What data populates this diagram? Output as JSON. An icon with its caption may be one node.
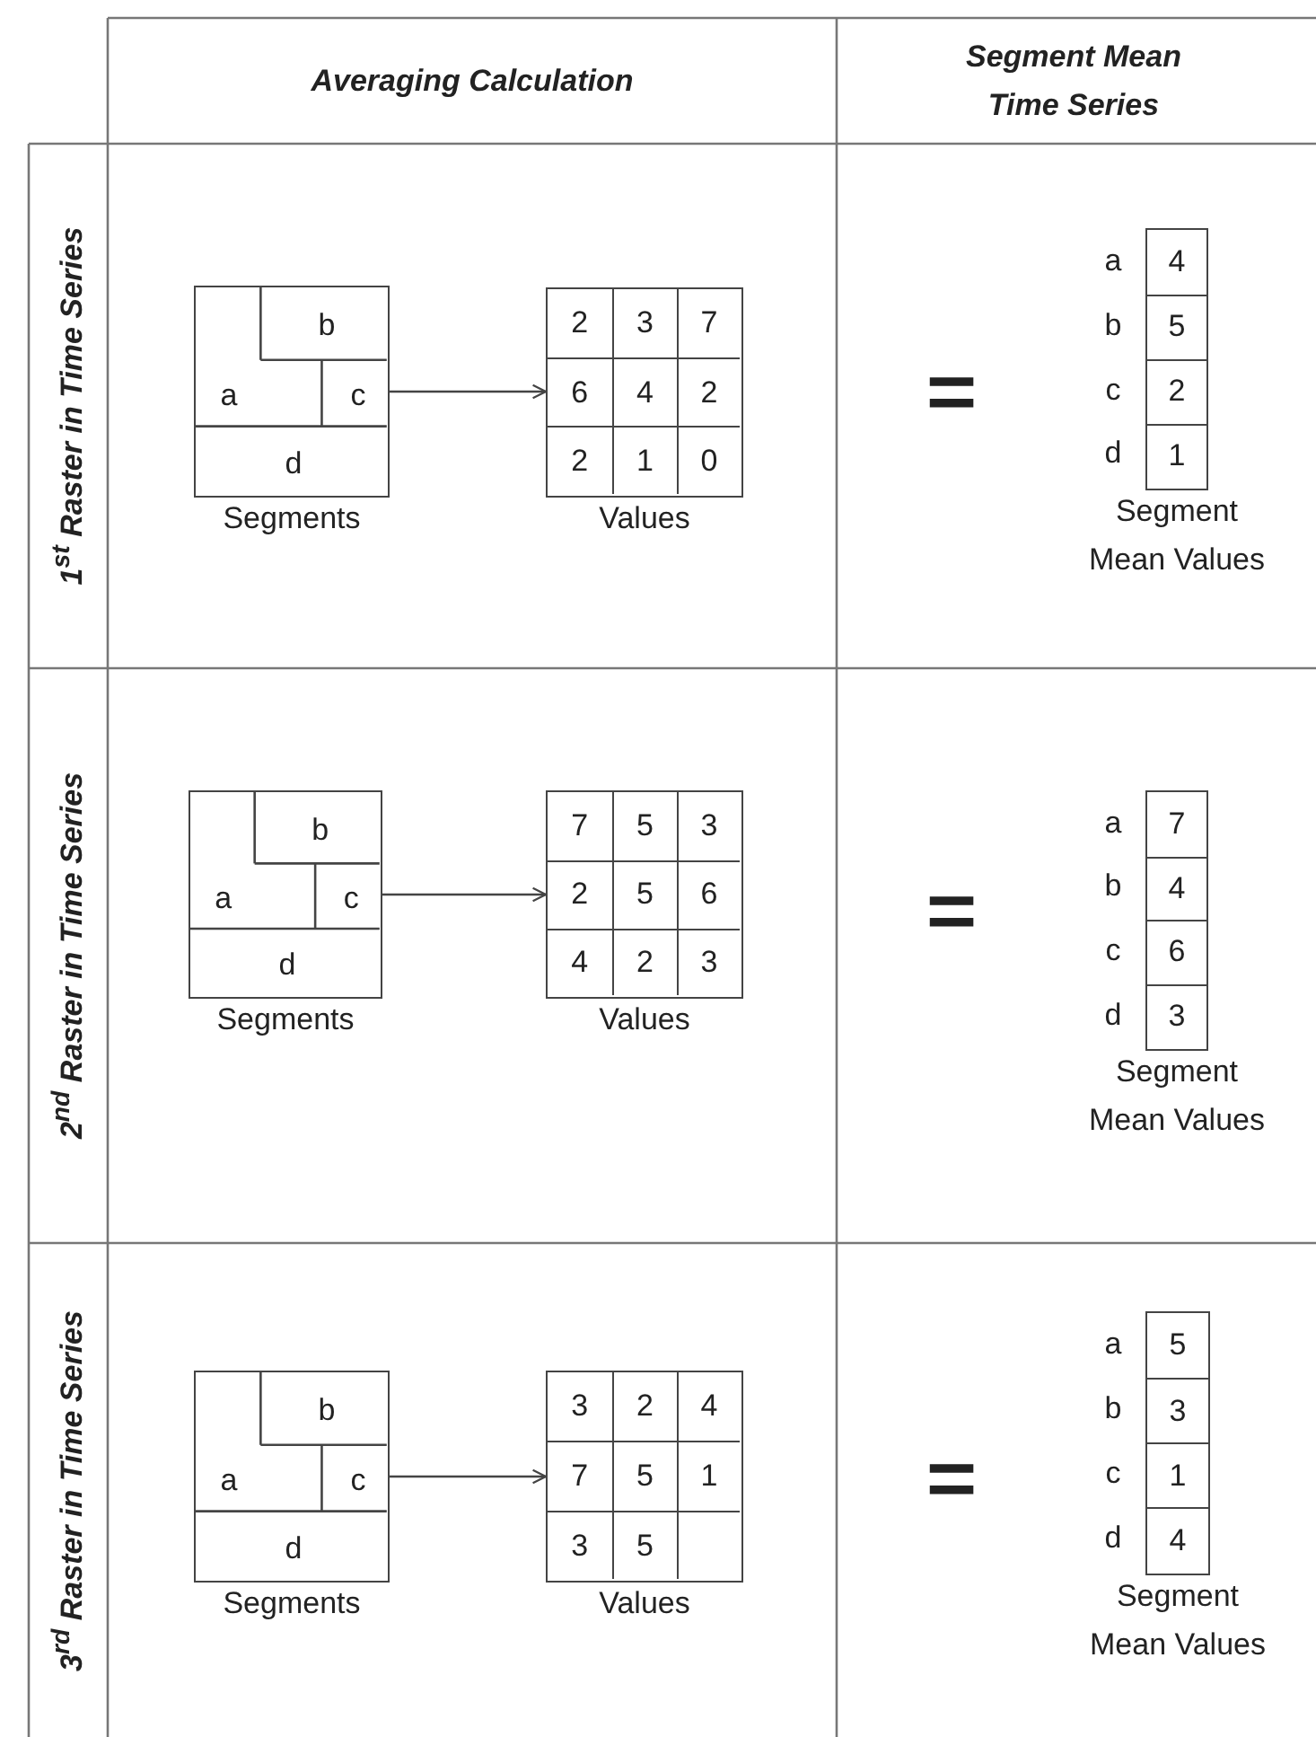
{
  "diagram": {
    "nodes": [
      {
        "text": [
          "b",
          "a",
          "c",
          "d"
        ],
        "beside": [
          "Segments"
        ]
      },
      {
        "text": [
          "2",
          "3",
          "7",
          "6",
          "4",
          "2",
          "2",
          "1",
          "0"
        ],
        "beside": [
          "Values"
        ]
      },
      {
        "text": [
          "4",
          "5",
          "2",
          "1"
        ],
        "beside": [
          "a",
          "b",
          "c",
          "d",
          "Segment Mean Values"
        ]
      },
      {
        "text": [
          "b",
          "a",
          "c",
          "d"
        ],
        "beside": [
          "Segments"
        ]
      },
      {
        "text": [
          "7",
          "5",
          "3",
          "2",
          "5",
          "6",
          "4",
          "2",
          "3"
        ],
        "beside": [
          "Values"
        ]
      },
      {
        "text": [
          "7",
          "4",
          "6",
          "3"
        ],
        "beside": [
          "a",
          "b",
          "c",
          "d",
          "Segment Mean Values"
        ]
      },
      {
        "text": [
          "b",
          "a",
          "c",
          "d"
        ],
        "beside": [
          "Segments"
        ]
      },
      {
        "text": [
          "3",
          "2",
          "4",
          "7",
          "5",
          "1",
          "3",
          "5"
        ],
        "beside": [
          "Values"
        ]
      },
      {
        "text": [
          "5",
          "3",
          "1",
          "4"
        ],
        "beside": [
          "a",
          "b",
          "c",
          "d",
          "Segment Mean Values"
        ]
      }
    ],
    "edges": [
      {
        "from": 0,
        "to": 1,
        "arrow": "to"
      },
      {
        "from": 3,
        "to": 4,
        "arrow": "to"
      },
      {
        "from": 6,
        "to": 7,
        "arrow": "to"
      }
    ],
    "labels": [
      "Averaging Calculation",
      "Segment Mean Time Series",
      "1$^{st}$ Raster in Time Series",
      "=",
      "2$^{nd}$ Raster in Time Series",
      "=",
      "3$^{rd}$ Raster in Time Series",
      "="
    ]
  }
}
